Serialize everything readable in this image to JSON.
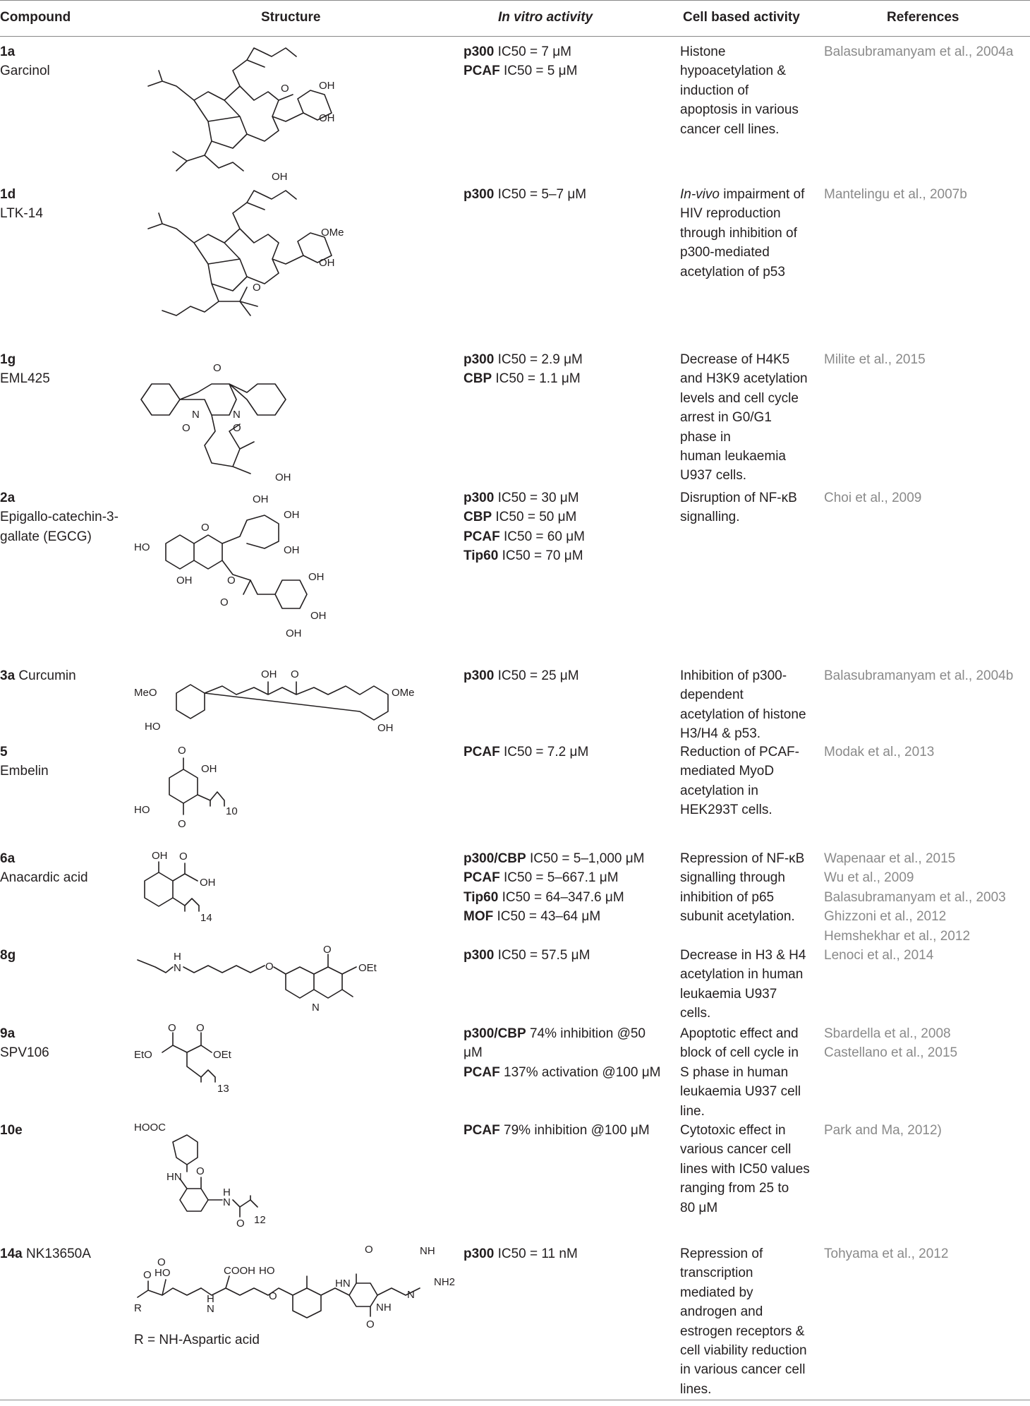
{
  "header": {
    "compound": "Compound",
    "structure": "Structure",
    "in_vitro": "In vitro activity",
    "cell_based": "Cell based activity",
    "references": "References"
  },
  "rows": [
    {
      "id": "1a",
      "name": "Garcinol",
      "activity": [
        {
          "enzyme": "p300",
          "value": "IC50 = 7 μM"
        },
        {
          "enzyme": "PCAF",
          "value": "IC50 = 5 μM"
        }
      ],
      "cell_lines": [
        "Histone",
        "hypoacetylation &",
        "induction of",
        "apoptosis in various",
        "cancer cell lines."
      ],
      "refs": [
        "Balasubramanyam et al., 2004a"
      ]
    },
    {
      "id": "1d",
      "name": "LTK-14",
      "activity": [
        {
          "enzyme": "p300",
          "value": "IC50 = 5–7 μM"
        }
      ],
      "cell_italic": "In-vivo",
      "cell_lines": [
        " impairment of",
        "HIV reproduction",
        "through inhibition of",
        "p300-mediated",
        "acetylation of p53"
      ],
      "refs": [
        "Mantelingu et al., 2007b"
      ]
    },
    {
      "id": "1g",
      "name": "EML425",
      "activity": [
        {
          "enzyme": "p300",
          "value": "IC50 = 2.9 μM"
        },
        {
          "enzyme": "CBP",
          "value": "IC50 = 1.1 μM"
        }
      ],
      "cell_lines": [
        "Decrease of H4K5",
        "and H3K9 acetylation",
        "levels and cell cycle",
        "arrest in G0/G1",
        "phase in",
        "human leukaemia",
        "U937 cells."
      ],
      "refs": [
        "Milite et al., 2015"
      ]
    },
    {
      "id": "2a",
      "name_lines": [
        "Epigallo-catechin-3-",
        "gallate (EGCG)"
      ],
      "activity": [
        {
          "enzyme": "p300",
          "value": "IC50 = 30 μM"
        },
        {
          "enzyme": "CBP",
          "value": "IC50 = 50 μM"
        },
        {
          "enzyme": "PCAF",
          "value": "IC50 = 60 μM"
        },
        {
          "enzyme": "Tip60",
          "value": "IC50 = 70 μM"
        }
      ],
      "cell_lines": [
        "Disruption of NF-κB",
        "signalling."
      ],
      "refs": [
        "Choi et al., 2009"
      ]
    },
    {
      "id": "3a",
      "name": "Curcumin",
      "activity": [
        {
          "enzyme": "p300",
          "value": "IC50 = 25 μM"
        }
      ],
      "cell_lines": [
        "Inhibition of p300-",
        "dependent",
        "acetylation of histone",
        "H3/H4 & p53."
      ],
      "refs": [
        "Balasubramanyam et al., 2004b"
      ]
    },
    {
      "id": "5",
      "name": "Embelin",
      "activity": [
        {
          "enzyme": "PCAF",
          "value": "IC50 = 7.2 μM"
        }
      ],
      "cell_lines": [
        "Reduction of PCAF-",
        "mediated MyoD",
        "acetylation in",
        "HEK293T cells."
      ],
      "refs": [
        "Modak et al., 2013"
      ]
    },
    {
      "id": "6a",
      "name": "Anacardic acid",
      "activity": [
        {
          "enzyme": "p300/CBP",
          "value": "IC50 = 5–1,000 μM"
        },
        {
          "enzyme": "PCAF",
          "value": "IC50 = 5–667.1 μM"
        },
        {
          "enzyme": "Tip60",
          "value": "IC50 = 64–347.6 μM"
        },
        {
          "enzyme": "MOF",
          "value": "IC50 = 43–64 μM"
        }
      ],
      "cell_lines": [
        "Repression of NF-κB",
        "signalling through",
        "inhibition of p65",
        "subunit acetylation."
      ],
      "refs": [
        "Wapenaar et al., 2015",
        "Wu et al., 2009",
        "Balasubramanyam et al., 2003",
        "Ghizzoni et al., 2012",
        "Hemshekhar et al., 2012"
      ]
    },
    {
      "id": "8g",
      "name": "",
      "activity": [
        {
          "enzyme": "p300",
          "value": "IC50 = 57.5 μM"
        }
      ],
      "cell_lines": [
        "Decrease in H3 & H4",
        "acetylation in human",
        "leukaemia U937",
        "cells."
      ],
      "refs": [
        "Lenoci et al., 2014"
      ]
    },
    {
      "id": "9a",
      "name": "SPV106",
      "activity_lines": [
        {
          "enzyme": "p300/CBP",
          "value": "74% inhibition @50"
        },
        {
          "enzyme": "",
          "value": "μM"
        },
        {
          "enzyme": "PCAF",
          "value": "137% activation @100 μM"
        }
      ],
      "cell_lines": [
        "Apoptotic effect and",
        "block of cell cycle in",
        "S phase in human",
        "leukaemia U937 cell",
        "line."
      ],
      "refs": [
        "Sbardella et al., 2008",
        "Castellano et al., 2015"
      ]
    },
    {
      "id": "10e",
      "name": "",
      "activity": [
        {
          "enzyme": "PCAF",
          "value": "79% inhibition @100 μM"
        }
      ],
      "cell_lines": [
        "Cytotoxic effect in",
        "various cancer cell",
        "lines with IC50 values",
        "ranging from 25 to",
        "80 μM"
      ],
      "refs": [
        "Park and Ma, 2012)"
      ]
    },
    {
      "id": "14a",
      "name": "NK13650A",
      "activity": [
        {
          "enzyme": "p300",
          "value": "IC50 = 11 nM"
        }
      ],
      "cell_lines": [
        "Repression of",
        "transcription",
        "mediated by",
        "androgen and",
        "estrogen receptors &",
        "cell viability reduction",
        "in various cancer cell",
        "lines."
      ],
      "refs": [
        "Tohyama et al., 2012"
      ],
      "structure_note": "R = NH-Aspartic acid"
    }
  ],
  "labels": {
    "oh": "OH",
    "o": "O",
    "ome": "OMe",
    "meo": "MeO",
    "ho": "HO",
    "n": "N",
    "h": "H",
    "oet": "OEt",
    "eto": "EtO",
    "hooc": "HOOC",
    "hn": "HN",
    "cooh": "COOH",
    "nh": "NH",
    "nh2": "NH2",
    "r": "R",
    "n10": "10",
    "n12": "12",
    "n13": "13",
    "n14": "14"
  }
}
